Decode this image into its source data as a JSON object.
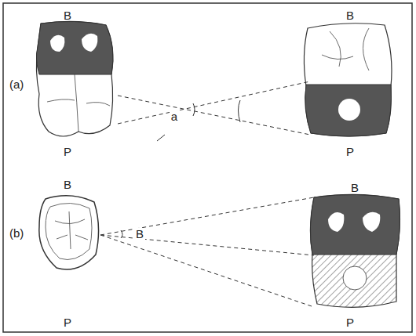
{
  "diagram": {
    "labels": [
      "B",
      "B",
      "(a)",
      "a",
      "P",
      "P",
      "B",
      "B",
      "(b)",
      "B",
      "P",
      "P"
    ]
  }
}
